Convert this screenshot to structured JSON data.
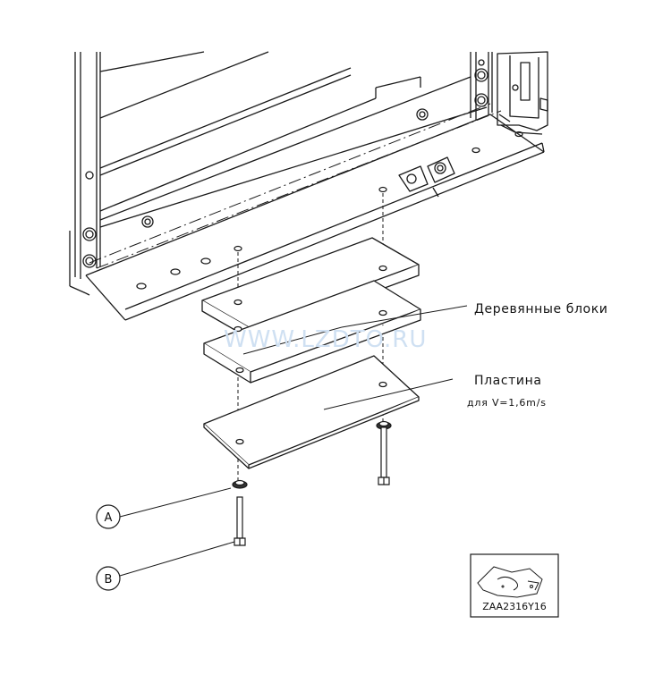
{
  "labels": {
    "wooden_blocks": "Деревянные блоки",
    "plate": "Пластина",
    "plate_note": "для V=1,6m/s",
    "callout_a": "A",
    "callout_b": "B",
    "part_code": "ZAA2316Y16",
    "watermark": "WWW.LZDTO.RU"
  },
  "colors": {
    "line": "#1a1a1a",
    "shade": "#7a7a7a",
    "watermark": "#cfe0f2"
  },
  "icons": {
    "bolt": "bolt-icon",
    "washer": "washer-icon",
    "bag": "parts-bag-icon"
  }
}
